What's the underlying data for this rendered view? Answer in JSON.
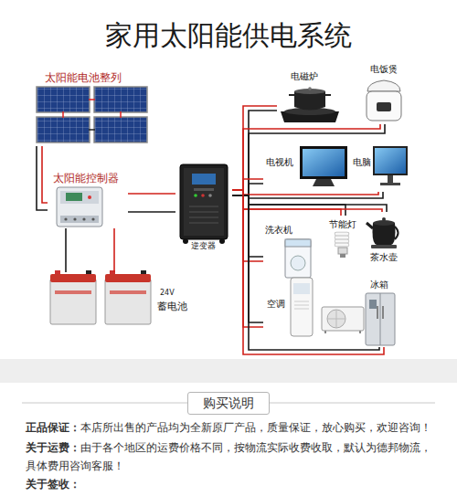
{
  "diagram": {
    "title": "家用太阳能供电系统",
    "nodes": [
      {
        "text": [
          "太阳能电池整列"
        ]
      },
      {
        "text": [
          "太阳能控制器"
        ]
      },
      {
        "text": [
          "逆变器"
        ]
      },
      {
        "text": [
          "24V",
          "蓄电池"
        ]
      },
      {
        "text": [
          "电磁炉"
        ]
      },
      {
        "text": [
          "电饭煲"
        ]
      },
      {
        "text": [
          "电视机"
        ]
      },
      {
        "text": [
          "电脑"
        ]
      },
      {
        "text": [
          "洗衣机"
        ]
      },
      {
        "text": [
          "节能灯"
        ]
      },
      {
        "text": [
          "茶水壶"
        ]
      },
      {
        "text": [
          "空调"
        ]
      },
      {
        "text": [
          "冰箱"
        ]
      },
      {
        "text": [
          "购买说明"
        ]
      }
    ],
    "edges": [
      {
        "from": 0,
        "to": 1,
        "arrow": "none"
      },
      {
        "from": 1,
        "to": 3,
        "arrow": "none"
      },
      {
        "from": 1,
        "to": 2,
        "arrow": "none"
      },
      {
        "from": 2,
        "to": 4,
        "arrow": "none"
      },
      {
        "from": 2,
        "to": 5,
        "arrow": "none"
      },
      {
        "from": 2,
        "to": 6,
        "arrow": "none"
      },
      {
        "from": 2,
        "to": 7,
        "arrow": "none"
      },
      {
        "from": 2,
        "to": 8,
        "arrow": "none"
      },
      {
        "from": 2,
        "to": 9,
        "arrow": "none"
      },
      {
        "from": 2,
        "to": 10,
        "arrow": "none"
      },
      {
        "from": 2,
        "to": 11,
        "arrow": "none"
      },
      {
        "from": 2,
        "to": 12,
        "arrow": "none"
      }
    ],
    "labels": [
      "正品保证：",
      "本店所出售的产品均为全新原厂产品，质量保证，放心购买，欢迎咨询！",
      "关于运费：",
      "由于各个地区的运费价格不同，按物流实际收费收取，默认为德邦物流，具体费用咨询客服！",
      "关于签收："
    ]
  }
}
